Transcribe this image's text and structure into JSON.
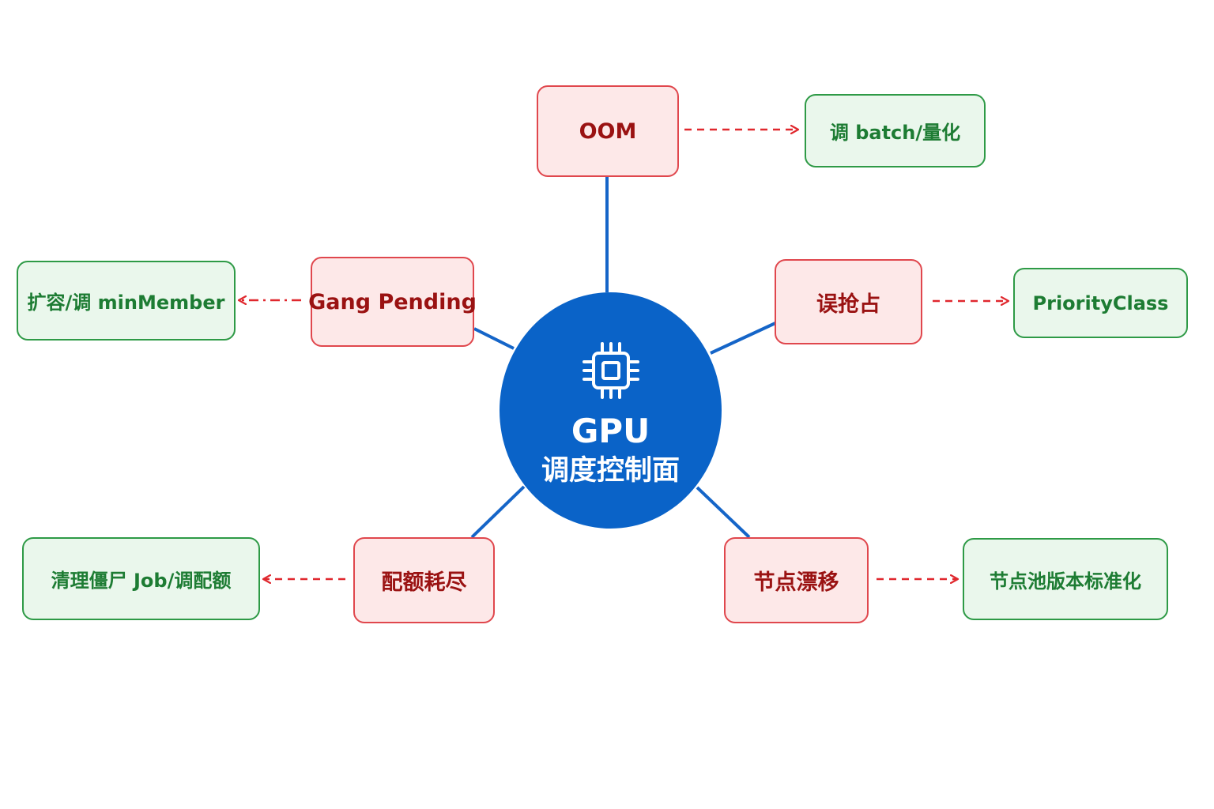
{
  "center": {
    "icon": "gpu-chip-icon",
    "title": "GPU",
    "subtitle": "调度控制面"
  },
  "colors": {
    "center_fill": "#0a63c8",
    "spoke_line": "#1565c8",
    "problem_fill": "#fde8e8",
    "problem_border": "#e0474d",
    "problem_text": "#9a1212",
    "solution_fill": "#eaf7ec",
    "solution_border": "#2e9a46",
    "solution_text": "#1d7c33",
    "arrow": "#e0282e"
  },
  "branches": [
    {
      "problem": "OOM",
      "solution": "调 batch/量化"
    },
    {
      "problem": "Gang Pending",
      "solution": "扩容/调 minMember"
    },
    {
      "problem": "误抢占",
      "solution": "PriorityClass"
    },
    {
      "problem": "配额耗尽",
      "solution": "清理僵尸 Job/调配额"
    },
    {
      "problem": "节点漂移",
      "solution": "节点池版本标准化"
    }
  ]
}
